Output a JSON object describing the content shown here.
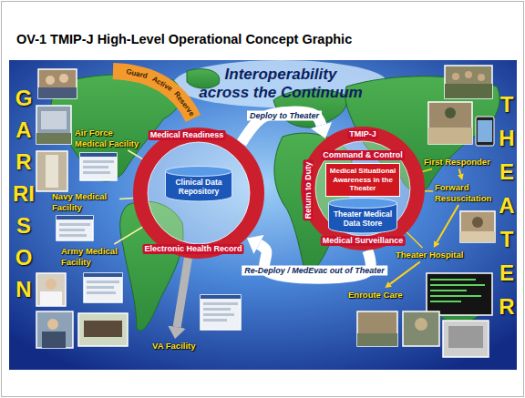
{
  "diagram": {
    "title": "OV-1 TMIP-J High-Level Operational Concept Graphic",
    "nodes": [
      {
        "text": [
          "Interoperability across the Continuum",
          "GARRISON",
          "THEATER"
        ]
      },
      {
        "text": [
          "Medical Readiness",
          "Electronic Health Record"
        ],
        "in": 0
      },
      {
        "text": [
          "Clinical Data Repository"
        ],
        "in": 1
      },
      {
        "text": [
          "TMIP-J",
          "Command & Control",
          "Return to Duty",
          "Medical Surveillance"
        ],
        "in": 0
      },
      {
        "text": [
          "Medical Situational Awareness in the Theater"
        ],
        "in": 3
      },
      {
        "text": [
          "Theater Medical Data Store"
        ],
        "in": 3
      },
      {
        "text": [
          "Air Force Medical Facility"
        ],
        "in": 0
      },
      {
        "text": [
          "Navy Medical Facility"
        ],
        "in": 0
      },
      {
        "text": [
          "Army Medical Facility"
        ],
        "in": 0
      },
      {
        "text": [
          "VA Facility"
        ],
        "in": 0
      },
      {
        "text": [
          "First Responder"
        ],
        "in": 0
      },
      {
        "text": [
          "Forward Resuscitation"
        ],
        "in": 0
      },
      {
        "text": [
          "Theater Hospital"
        ],
        "in": 0
      },
      {
        "text": [
          "Enroute Care"
        ],
        "in": 0
      },
      {
        "text": [
          "Guard",
          "Active",
          "Reserve"
        ],
        "in": 0
      }
    ],
    "edges": [
      {
        "from": 1,
        "to": 3,
        "label": "Deploy to Theater",
        "arrow": "to"
      },
      {
        "from": 3,
        "to": 1,
        "label": "Re-Deploy / MedEvac out of Theater",
        "arrow": "to"
      },
      {
        "from": 6,
        "to": 1,
        "arrow": "none"
      },
      {
        "from": 7,
        "to": 1,
        "arrow": "none"
      },
      {
        "from": 8,
        "to": 1,
        "arrow": "none"
      },
      {
        "from": 1,
        "to": 9,
        "arrow": "to"
      },
      {
        "from": 10,
        "to": 11,
        "arrow": "to"
      },
      {
        "from": 11,
        "to": 12,
        "arrow": "to"
      },
      {
        "from": 12,
        "to": 13,
        "arrow": "to"
      },
      {
        "from": 10,
        "to": 3,
        "arrow": "none"
      },
      {
        "from": 11,
        "to": 3,
        "arrow": "none"
      },
      {
        "from": 12,
        "to": 3,
        "arrow": "none"
      }
    ]
  }
}
